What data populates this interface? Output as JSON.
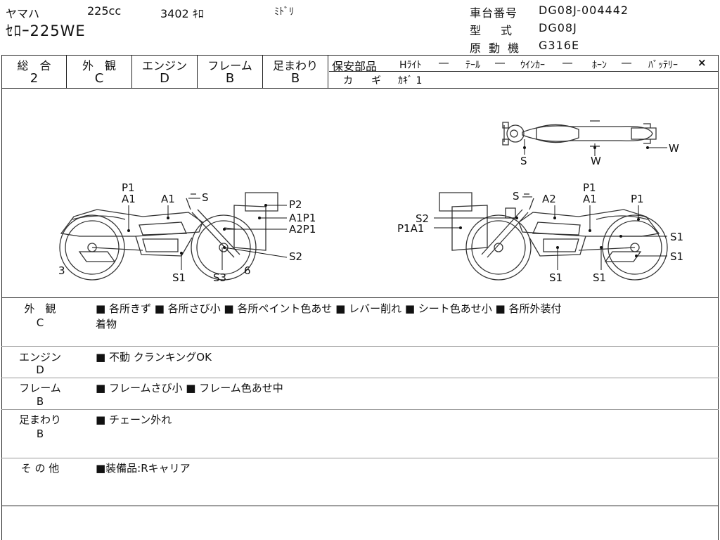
{
  "header": {
    "maker": "ヤマハ",
    "cc": "225cc",
    "mileage": "3402 ｷﾛ",
    "color": "ﾐﾄﾞﾘ",
    "model": "ｾﾛｰ225WE",
    "frame_label": "車台番号",
    "frame_value": "DG08J-004442",
    "type_label": "型　式",
    "type_value": "DG08J",
    "engine_label": "原 動 機",
    "engine_value": "G316E"
  },
  "grades": [
    {
      "label": "総　合",
      "value": "2"
    },
    {
      "label": "外　観",
      "value": "C"
    },
    {
      "label": "エンジン",
      "value": "D"
    },
    {
      "label": "フレーム",
      "value": "B"
    },
    {
      "label": "足まわり",
      "value": "B"
    }
  ],
  "safety": {
    "label": "保安部品",
    "items": [
      {
        "name": "Hﾗｲﾄ",
        "mark": "―"
      },
      {
        "name": "ﾃｰﾙ",
        "mark": "―"
      },
      {
        "name": "ｳｲﾝｶｰ",
        "mark": "―"
      },
      {
        "name": "ﾎｰﾝ",
        "mark": "―"
      },
      {
        "name": "ﾊﾞｯﾃﾘｰ",
        "mark": "×"
      }
    ],
    "key_label": "カ　ギ",
    "key_value": "ｶｷﾞ 1"
  },
  "diagram": {
    "top_labels": [
      "S",
      "W",
      "W"
    ],
    "left_labels": [
      "P1",
      "A1",
      "A1",
      "S",
      "P2",
      "A1P1",
      "A2P1",
      "S2",
      "3",
      "S1",
      "S3",
      "6"
    ],
    "right_labels": [
      "S",
      "A2",
      "P1",
      "A1",
      "P1",
      "S2",
      "P1A1",
      "S1",
      "S1",
      "S1",
      "S1"
    ]
  },
  "sections": [
    {
      "label": "外　観",
      "grade": "C",
      "text": "■ 各所きず ■ 各所さび小 ■ 各所ペイント色あせ ■ レバー削れ ■ シート色あせ小 ■ 各所外装付",
      "text2": "着物"
    },
    {
      "label": "エンジン",
      "grade": "D",
      "text": "■ 不動 クランキングOK",
      "text2": ""
    },
    {
      "label": "フレーム",
      "grade": "B",
      "text": "■ フレームさび小 ■ フレーム色あせ中",
      "text2": ""
    },
    {
      "label": "足まわり",
      "grade": "B",
      "text": "■ チェーン外れ",
      "text2": ""
    },
    {
      "label": "そ の 他",
      "grade": "",
      "text": "■装備品:Rキャリア",
      "text2": ""
    }
  ]
}
